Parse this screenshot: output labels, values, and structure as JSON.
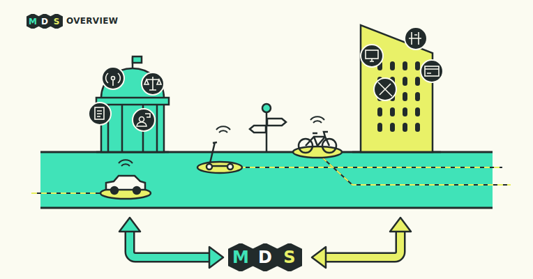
{
  "diagram": {
    "title": "OVERVIEW",
    "nodes": [
      {
        "text": [
          "M"
        ]
      },
      {
        "text": [
          "D"
        ]
      },
      {
        "text": [
          "S"
        ]
      },
      {
        "text": [
          "M"
        ]
      },
      {
        "text": [
          "D"
        ]
      },
      {
        "text": [
          "S"
        ]
      }
    ]
  }
}
